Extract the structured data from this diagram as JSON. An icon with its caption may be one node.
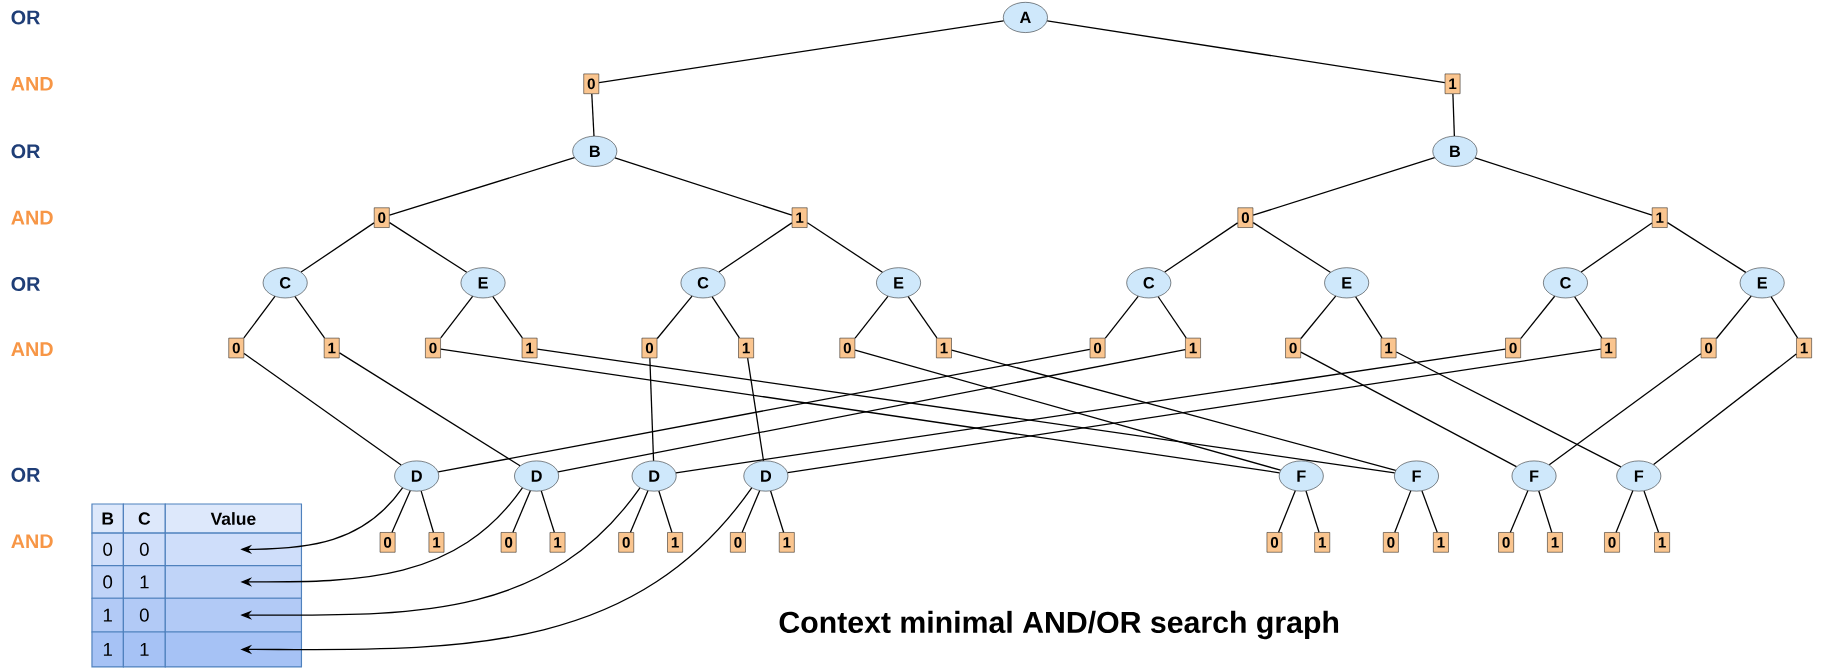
{
  "diagram": {
    "caption": "Context minimal AND/OR  search graph",
    "nodes": [
      {
        "text": [
          "A"
        ]
      },
      {
        "text": [
          "0"
        ]
      },
      {
        "text": [
          "1"
        ]
      },
      {
        "text": [
          "B"
        ]
      },
      {
        "text": [
          "B"
        ]
      },
      {
        "text": [
          "0"
        ]
      },
      {
        "text": [
          "1"
        ]
      },
      {
        "text": [
          "0"
        ]
      },
      {
        "text": [
          "1"
        ]
      },
      {
        "text": [
          "C"
        ]
      },
      {
        "text": [
          "E"
        ]
      },
      {
        "text": [
          "C"
        ]
      },
      {
        "text": [
          "E"
        ]
      },
      {
        "text": [
          "C"
        ]
      },
      {
        "text": [
          "E"
        ]
      },
      {
        "text": [
          "C"
        ]
      },
      {
        "text": [
          "E"
        ]
      },
      {
        "text": [
          "0"
        ]
      },
      {
        "text": [
          "1"
        ]
      },
      {
        "text": [
          "0"
        ]
      },
      {
        "text": [
          "1"
        ]
      },
      {
        "text": [
          "0"
        ]
      },
      {
        "text": [
          "1"
        ]
      },
      {
        "text": [
          "0"
        ]
      },
      {
        "text": [
          "1"
        ]
      },
      {
        "text": [
          "0"
        ]
      },
      {
        "text": [
          "1"
        ]
      },
      {
        "text": [
          "0"
        ]
      },
      {
        "text": [
          "1"
        ]
      },
      {
        "text": [
          "0"
        ]
      },
      {
        "text": [
          "1"
        ]
      },
      {
        "text": [
          "0"
        ]
      },
      {
        "text": [
          "1"
        ]
      },
      {
        "text": [
          "D"
        ]
      },
      {
        "text": [
          "D"
        ]
      },
      {
        "text": [
          "D"
        ]
      },
      {
        "text": [
          "D"
        ]
      },
      {
        "text": [
          "F"
        ]
      },
      {
        "text": [
          "F"
        ]
      },
      {
        "text": [
          "F"
        ]
      },
      {
        "text": [
          "F"
        ]
      },
      {
        "text": [
          "0"
        ]
      },
      {
        "text": [
          "1"
        ]
      },
      {
        "text": [
          "0"
        ]
      },
      {
        "text": [
          "1"
        ]
      },
      {
        "text": [
          "0"
        ]
      },
      {
        "text": [
          "1"
        ]
      },
      {
        "text": [
          "0"
        ]
      },
      {
        "text": [
          "1"
        ]
      },
      {
        "text": [
          "0"
        ]
      },
      {
        "text": [
          "1"
        ]
      },
      {
        "text": [
          "0"
        ]
      },
      {
        "text": [
          "1"
        ]
      },
      {
        "text": [
          "0"
        ]
      },
      {
        "text": [
          "1"
        ]
      },
      {
        "text": [
          "0"
        ]
      },
      {
        "text": [
          "1"
        ]
      },
      {
        "text": [],
        "shape": "box"
      },
      {
        "text": [],
        "shape": "box"
      },
      {
        "text": [],
        "shape": "box"
      },
      {
        "text": [],
        "shape": "box"
      }
    ],
    "edges": [
      {
        "from": 0,
        "to": 1,
        "arrow": "none"
      },
      {
        "from": 0,
        "to": 2,
        "arrow": "none"
      },
      {
        "from": 1,
        "to": 3,
        "arrow": "none"
      },
      {
        "from": 2,
        "to": 4,
        "arrow": "none"
      },
      {
        "from": 3,
        "to": 5,
        "arrow": "none"
      },
      {
        "from": 3,
        "to": 6,
        "arrow": "none"
      },
      {
        "from": 4,
        "to": 7,
        "arrow": "none"
      },
      {
        "from": 4,
        "to": 8,
        "arrow": "none"
      },
      {
        "from": 5,
        "to": 9,
        "arrow": "none"
      },
      {
        "from": 5,
        "to": 10,
        "arrow": "none"
      },
      {
        "from": 6,
        "to": 11,
        "arrow": "none"
      },
      {
        "from": 6,
        "to": 12,
        "arrow": "none"
      },
      {
        "from": 7,
        "to": 13,
        "arrow": "none"
      },
      {
        "from": 7,
        "to": 14,
        "arrow": "none"
      },
      {
        "from": 8,
        "to": 15,
        "arrow": "none"
      },
      {
        "from": 8,
        "to": 16,
        "arrow": "none"
      },
      {
        "from": 9,
        "to": 17,
        "arrow": "none"
      },
      {
        "from": 9,
        "to": 18,
        "arrow": "none"
      },
      {
        "from": 10,
        "to": 19,
        "arrow": "none"
      },
      {
        "from": 10,
        "to": 20,
        "arrow": "none"
      },
      {
        "from": 11,
        "to": 21,
        "arrow": "none"
      },
      {
        "from": 11,
        "to": 22,
        "arrow": "none"
      },
      {
        "from": 12,
        "to": 23,
        "arrow": "none"
      },
      {
        "from": 12,
        "to": 24,
        "arrow": "none"
      },
      {
        "from": 13,
        "to": 25,
        "arrow": "none"
      },
      {
        "from": 13,
        "to": 26,
        "arrow": "none"
      },
      {
        "from": 14,
        "to": 27,
        "arrow": "none"
      },
      {
        "from": 14,
        "to": 28,
        "arrow": "none"
      },
      {
        "from": 15,
        "to": 29,
        "arrow": "none"
      },
      {
        "from": 15,
        "to": 30,
        "arrow": "none"
      },
      {
        "from": 16,
        "to": 31,
        "arrow": "none"
      },
      {
        "from": 16,
        "to": 32,
        "arrow": "none"
      },
      {
        "from": 17,
        "to": 33,
        "arrow": "none"
      },
      {
        "from": 18,
        "to": 34,
        "arrow": "none"
      },
      {
        "from": 21,
        "to": 35,
        "arrow": "none"
      },
      {
        "from": 22,
        "to": 36,
        "arrow": "none"
      },
      {
        "from": 25,
        "to": 33,
        "arrow": "none"
      },
      {
        "from": 26,
        "to": 34,
        "arrow": "none"
      },
      {
        "from": 29,
        "to": 35,
        "arrow": "none"
      },
      {
        "from": 30,
        "to": 36,
        "arrow": "none"
      },
      {
        "from": 19,
        "to": 37,
        "arrow": "none"
      },
      {
        "from": 20,
        "to": 38,
        "arrow": "none"
      },
      {
        "from": 23,
        "to": 37,
        "arrow": "none"
      },
      {
        "from": 24,
        "to": 38,
        "arrow": "none"
      },
      {
        "from": 27,
        "to": 39,
        "arrow": "none"
      },
      {
        "from": 28,
        "to": 40,
        "arrow": "none"
      },
      {
        "from": 31,
        "to": 39,
        "arrow": "none"
      },
      {
        "from": 32,
        "to": 40,
        "arrow": "none"
      },
      {
        "from": 33,
        "to": 41,
        "arrow": "none"
      },
      {
        "from": 33,
        "to": 42,
        "arrow": "none"
      },
      {
        "from": 34,
        "to": 43,
        "arrow": "none"
      },
      {
        "from": 34,
        "to": 44,
        "arrow": "none"
      },
      {
        "from": 35,
        "to": 45,
        "arrow": "none"
      },
      {
        "from": 35,
        "to": 46,
        "arrow": "none"
      },
      {
        "from": 36,
        "to": 47,
        "arrow": "none"
      },
      {
        "from": 36,
        "to": 48,
        "arrow": "none"
      },
      {
        "from": 37,
        "to": 49,
        "arrow": "none"
      },
      {
        "from": 37,
        "to": 50,
        "arrow": "none"
      },
      {
        "from": 38,
        "to": 51,
        "arrow": "none"
      },
      {
        "from": 38,
        "to": 52,
        "arrow": "none"
      },
      {
        "from": 39,
        "to": 53,
        "arrow": "none"
      },
      {
        "from": 39,
        "to": 54,
        "arrow": "none"
      },
      {
        "from": 40,
        "to": 55,
        "arrow": "none"
      },
      {
        "from": 40,
        "to": 56,
        "arrow": "none"
      },
      {
        "from": 33,
        "to": 57,
        "arrow": "to"
      },
      {
        "from": 34,
        "to": 58,
        "arrow": "to"
      },
      {
        "from": 35,
        "to": 59,
        "arrow": "to"
      },
      {
        "from": 36,
        "to": 60,
        "arrow": "to"
      }
    ],
    "labels": [
      "OR",
      "AND",
      "OR",
      "AND",
      "OR",
      "AND",
      "OR",
      "AND",
      "B",
      "C",
      "Value",
      "0",
      "0",
      "0",
      "1",
      "1",
      "0",
      "1",
      "1"
    ]
  }
}
